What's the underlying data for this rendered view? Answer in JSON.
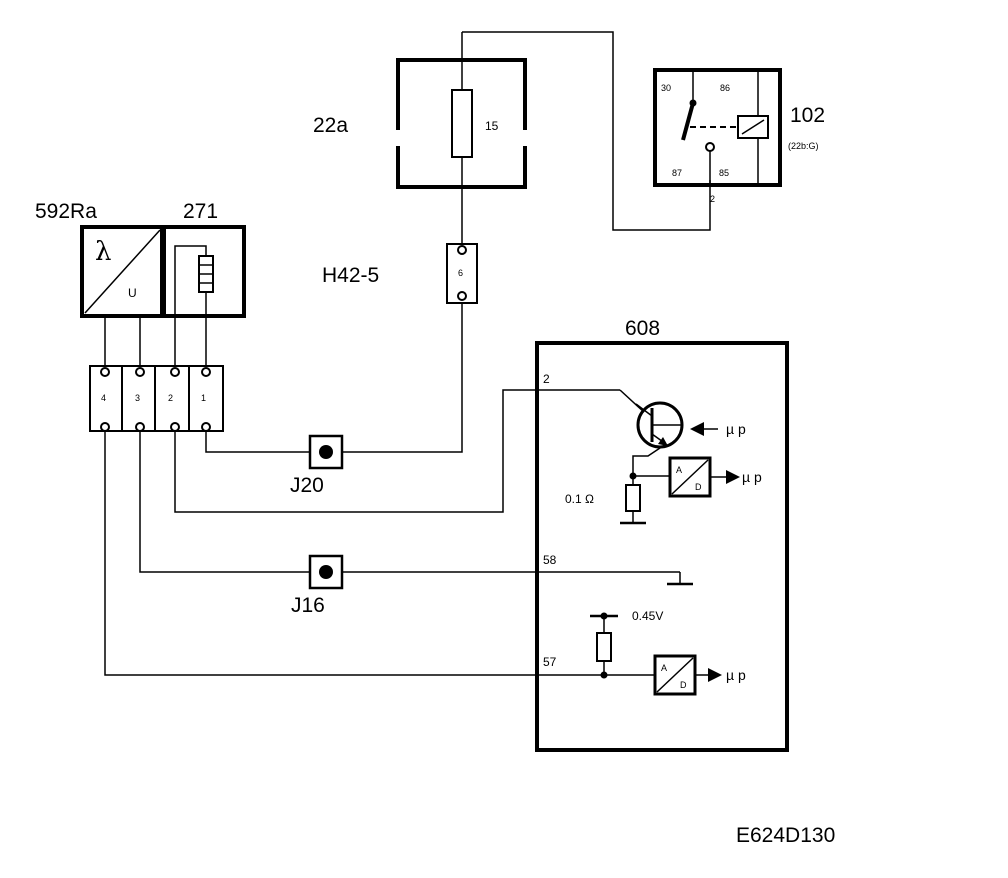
{
  "components": {
    "lambda_sensor": {
      "ref": "592Ra",
      "symbol": "λ",
      "output": "U"
    },
    "heater": {
      "ref": "271"
    },
    "fuse": {
      "ref": "22a",
      "number": "15"
    },
    "relay": {
      "ref": "102",
      "sub": "(22b:G)",
      "pins": [
        "30",
        "86",
        "87",
        "85"
      ],
      "coil_pin": "2"
    },
    "connector_h42": {
      "ref": "H42-5",
      "pin": "6"
    },
    "ecu": {
      "ref": "608",
      "pins": {
        "p2": "2",
        "p58": "58",
        "p57": "57"
      },
      "resistor": "0.1 Ω",
      "reference_voltage": "0.45V",
      "adc_top": "A",
      "adc_bottom": "D",
      "mu_p": "µ p"
    },
    "sensor_connector_pins": [
      "4",
      "3",
      "2",
      "1"
    ],
    "splice_j20": "J20",
    "splice_j16": "J16"
  },
  "diagram_code": "E624D130"
}
